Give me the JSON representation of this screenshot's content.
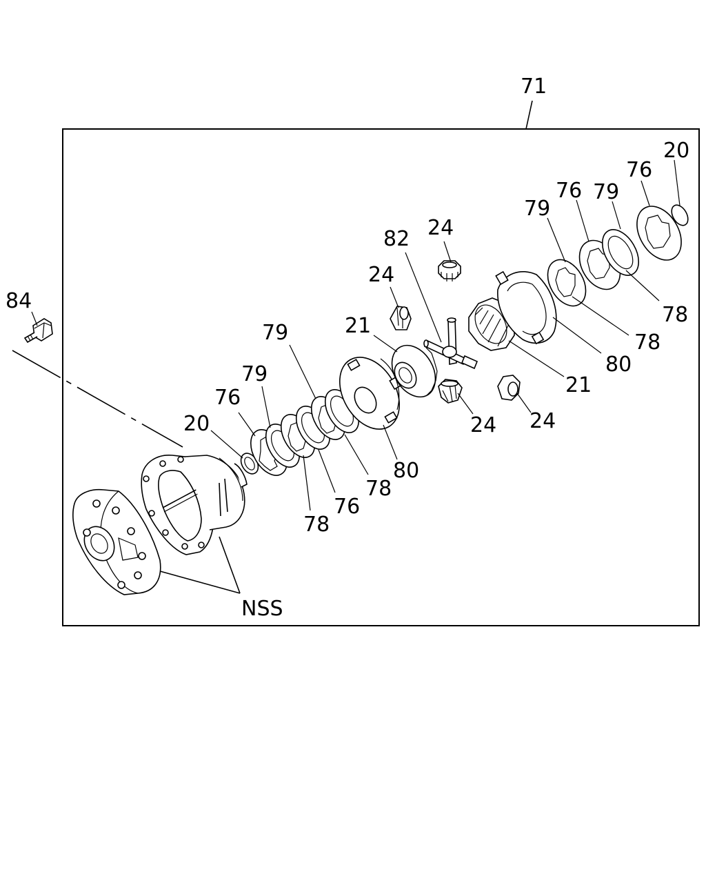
{
  "diagram": {
    "assembly_label": "71",
    "callouts": {
      "c84": "84",
      "c20_left": "20",
      "c76_left": "76",
      "c79_left_a": "79",
      "c79_left_b": "79",
      "c78_left_a": "78",
      "c76_left_b": "76",
      "c78_left_b": "78",
      "c80_left": "80",
      "c21_left": "21",
      "c24_upper_left": "24",
      "c82": "82",
      "c24_top": "24",
      "c24_lower_mid": "24",
      "c24_lower_right": "24",
      "c21_right": "21",
      "c80_right": "80",
      "c79_right_a": "79",
      "c76_right_a": "76",
      "c79_right_b": "79",
      "c76_right_b": "76",
      "c20_right": "20",
      "c78_right_a": "78",
      "c78_right_b": "78",
      "c_nss": "NSS"
    }
  }
}
